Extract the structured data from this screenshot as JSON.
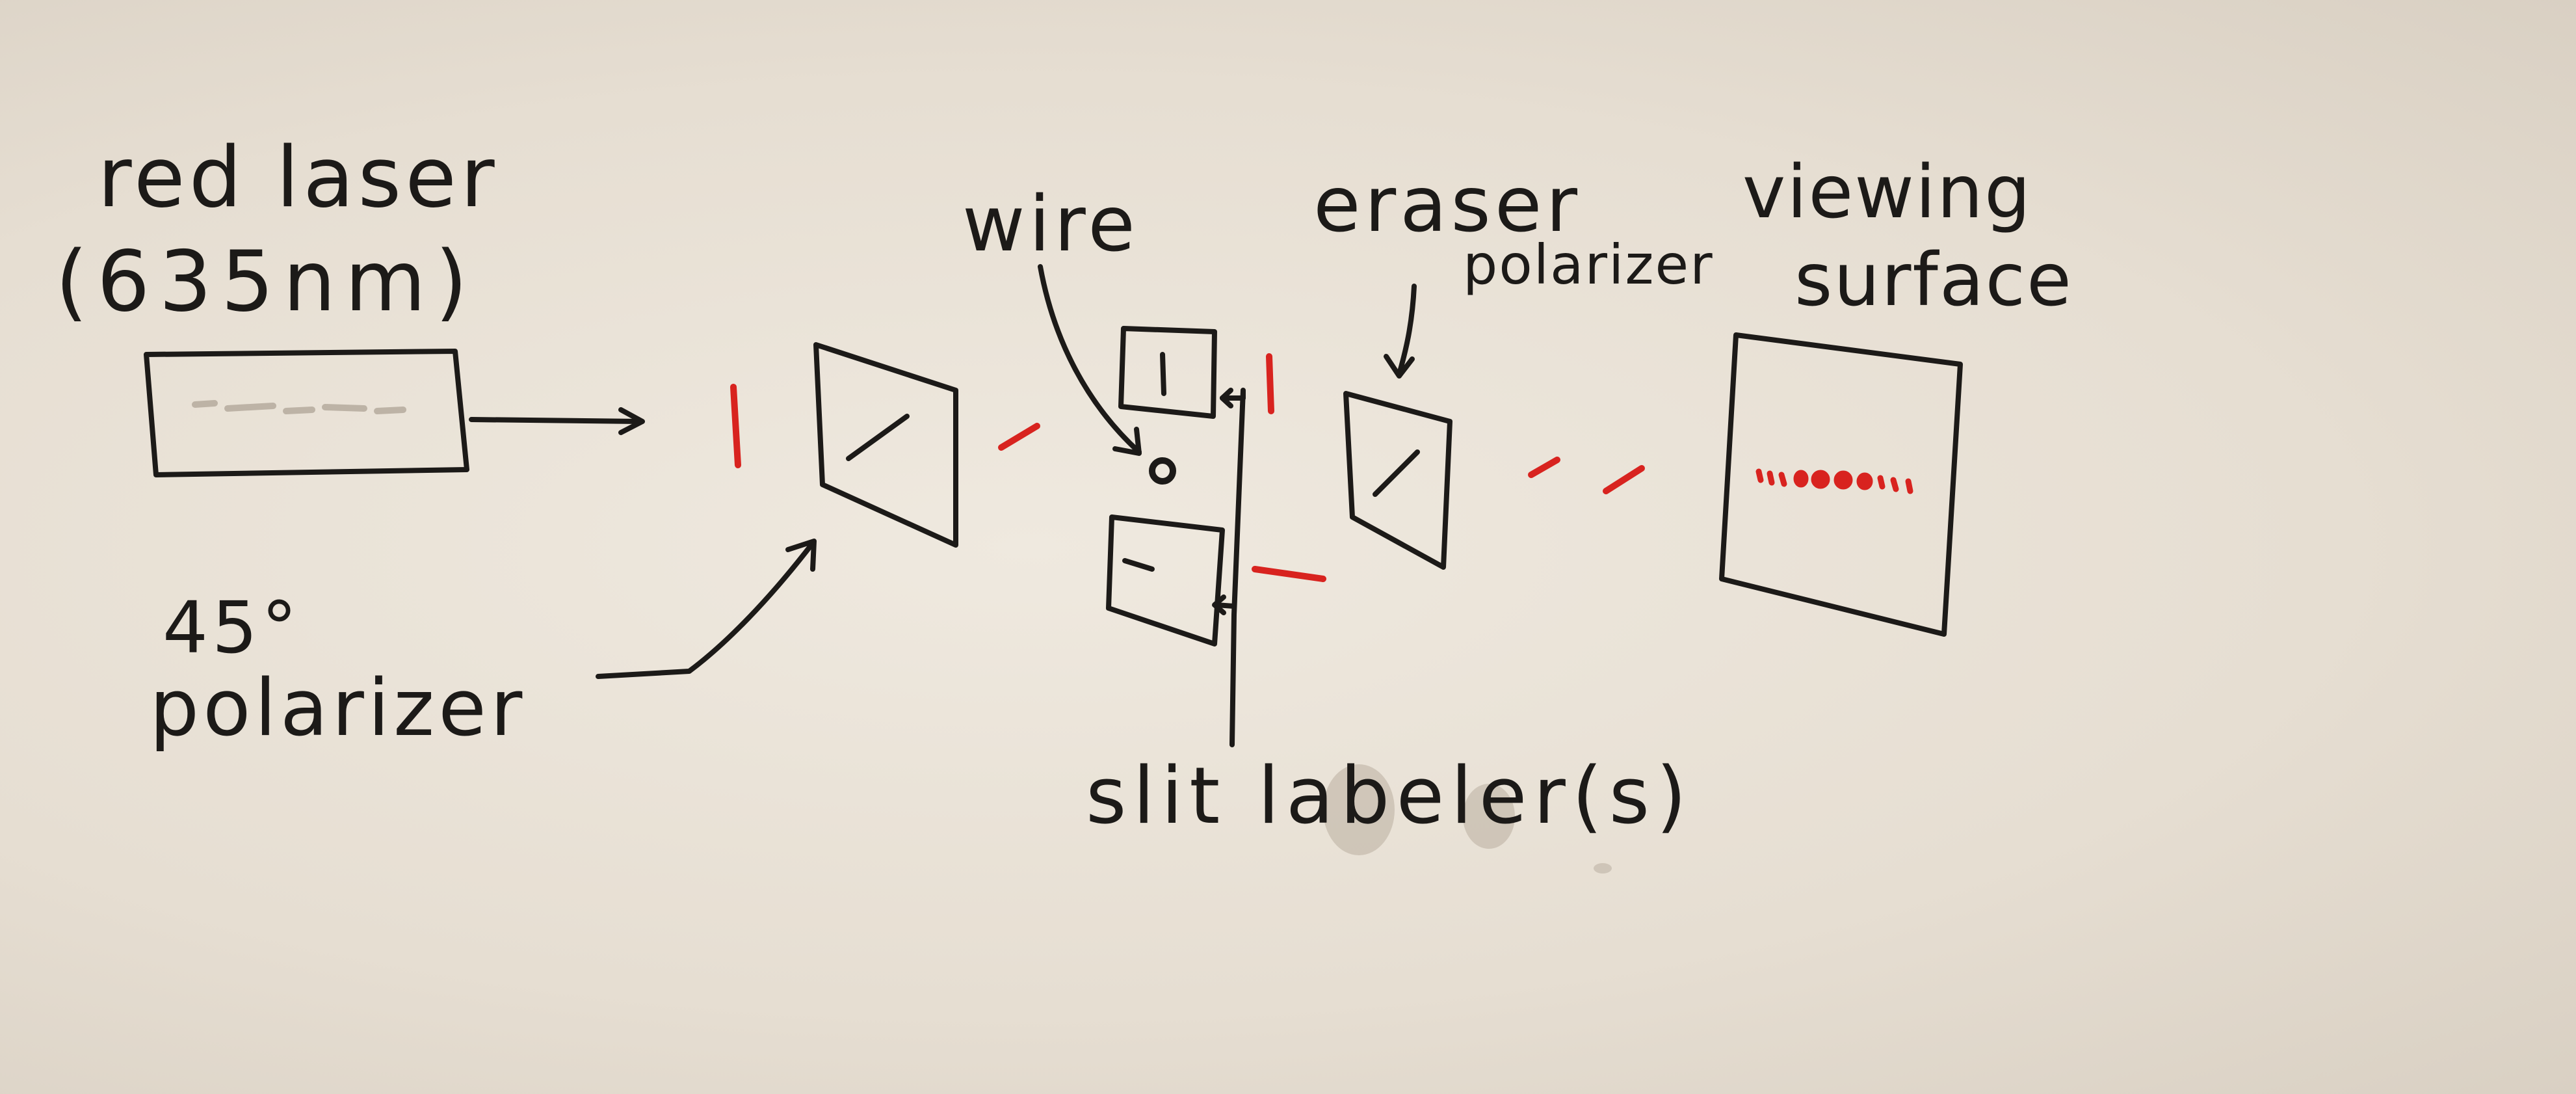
{
  "labels": {
    "laser_line1": "red laser",
    "laser_line2": "(635nm)",
    "polarizer1_line1": "45°",
    "polarizer1_line2": "polarizer",
    "wire": "wire",
    "eraser_line1": "eraser",
    "eraser_line2": "polarizer",
    "viewing_line1": "viewing",
    "viewing_line2": "surface",
    "slit_labelers": "slit labeler(s)"
  },
  "colors": {
    "ink": "#1c1a18",
    "laser_red": "#d8231f",
    "board": "#e9e2d7"
  },
  "icons": {
    "wire": "wire-cross-section-icon"
  }
}
